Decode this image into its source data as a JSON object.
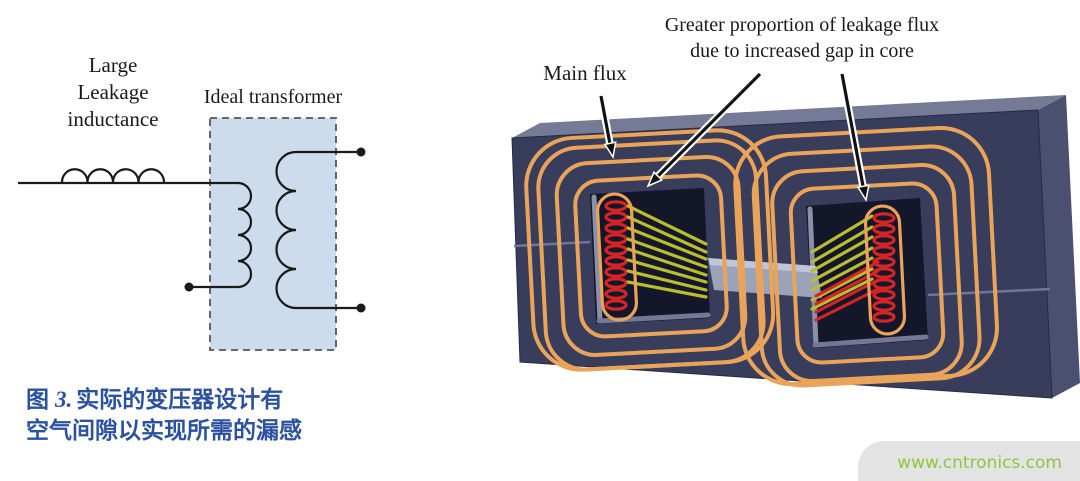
{
  "colors": {
    "flux": "#e9a45a",
    "coil_red": "#d42424",
    "coil_yellow": "#b9bd2e",
    "core_front": "#383d5c",
    "core_top": "#757a96",
    "core_side": "#4b5071",
    "window": "#14162a",
    "slab": "#9aa3b8",
    "panel": "#ccdcec",
    "caption_blue": "#2a52a0",
    "watermark_green": "#8ec63f",
    "ink": "#1a1a1a"
  },
  "schematic": {
    "inductor_label": [
      "Large",
      "Leakage",
      "inductance"
    ],
    "transformer_label": "Ideal transformer"
  },
  "annotations": {
    "main_flux": "Main flux",
    "leakage_line1": "Greater proportion of leakage flux",
    "leakage_line2": "due to increased gap in core"
  },
  "caption": {
    "prefix": "图",
    "number": "3.",
    "line1": "实际的变压器设计有",
    "line2": "空气间隙以实现所需的漏感"
  },
  "watermark": "www.cntronics.com"
}
